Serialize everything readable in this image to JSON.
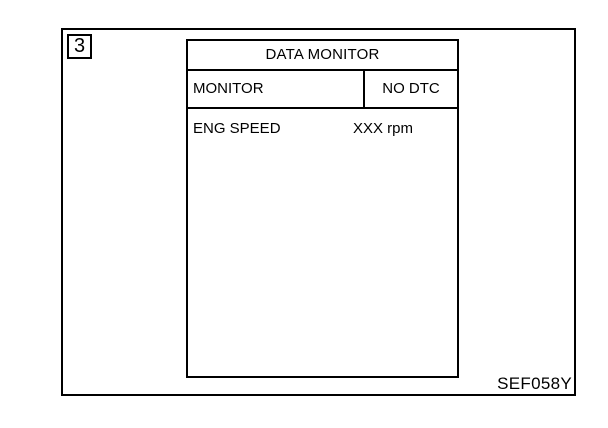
{
  "step_number": "3",
  "screen": {
    "title": "DATA MONITOR",
    "header_left": "MONITOR",
    "header_right": "NO DTC",
    "rows": [
      {
        "name": "ENG SPEED",
        "value": "XXX rpm"
      }
    ]
  },
  "figure_code": "SEF058Y"
}
